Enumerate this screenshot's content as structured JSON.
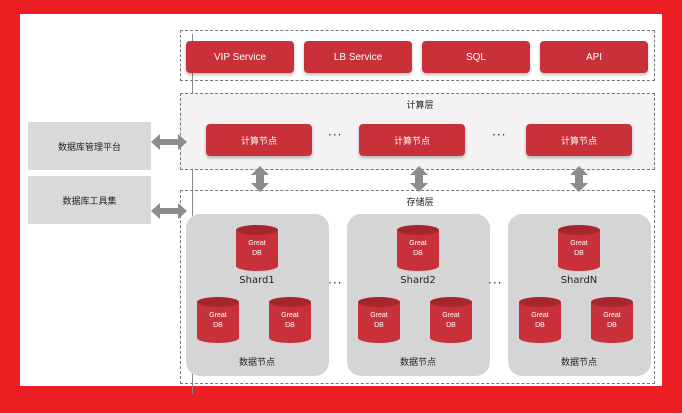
{
  "services": [
    "VIP Service",
    "LB Service",
    "SQL",
    "API"
  ],
  "compute_layer": {
    "title": "计算层",
    "nodes": [
      "计算节点",
      "计算节点",
      "计算节点"
    ],
    "ellipsis": "···"
  },
  "storage_layer": {
    "title": "存储层",
    "shards": [
      {
        "name": "Shard1",
        "footer": "数据节点"
      },
      {
        "name": "Shard2",
        "footer": "数据节点"
      },
      {
        "name": "ShardN",
        "footer": "数据节点"
      }
    ],
    "ellipsis": "···",
    "db_line1": "Great",
    "db_line2": "DB"
  },
  "left_panel": {
    "platform": "数据库管理平台",
    "tools": "数据库工具集"
  },
  "colors": {
    "frame": "#ee1f24",
    "node_red": "#c8313a",
    "db_red": "#c8313a",
    "shard_bg": "#d5d5d5",
    "arrow_grey": "#8c8c8c"
  }
}
